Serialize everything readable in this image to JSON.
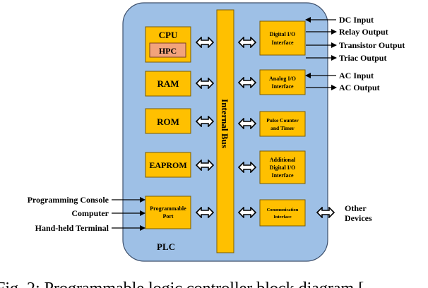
{
  "plc_label": "PLC",
  "bus_label": "Internal Bus",
  "left_blocks": {
    "cpu": "CPU",
    "hpc": "HPC",
    "ram": "RAM",
    "rom": "ROM",
    "eaprom": "EAPROM",
    "prog_port": [
      "Programmable",
      "Port"
    ]
  },
  "right_blocks": {
    "digital_io": [
      "Digital I/O",
      "Interface"
    ],
    "analog_io": [
      "Analog I/O",
      "Interface"
    ],
    "pulse": [
      "Pulse Counter",
      "and Timer"
    ],
    "additional_io": [
      "Additional",
      "Digital I/O",
      "Interface"
    ],
    "comm": [
      "Communication",
      "Interface"
    ]
  },
  "inputs_left": [
    "Programming Console",
    "Computer",
    "Hand-held Terminal"
  ],
  "digital_signals": {
    "dc_input": "DC Input",
    "relay_output": "Relay Output",
    "transistor_output": "Transistor Output",
    "triac_output": "Triac Output"
  },
  "analog_signals": {
    "ac_input": "AC Input",
    "ac_output": "AC Output"
  },
  "other_devices": [
    "Other",
    "Devices"
  ],
  "caption": "Fig. 2: Programmable logic controller block diagram ["
}
